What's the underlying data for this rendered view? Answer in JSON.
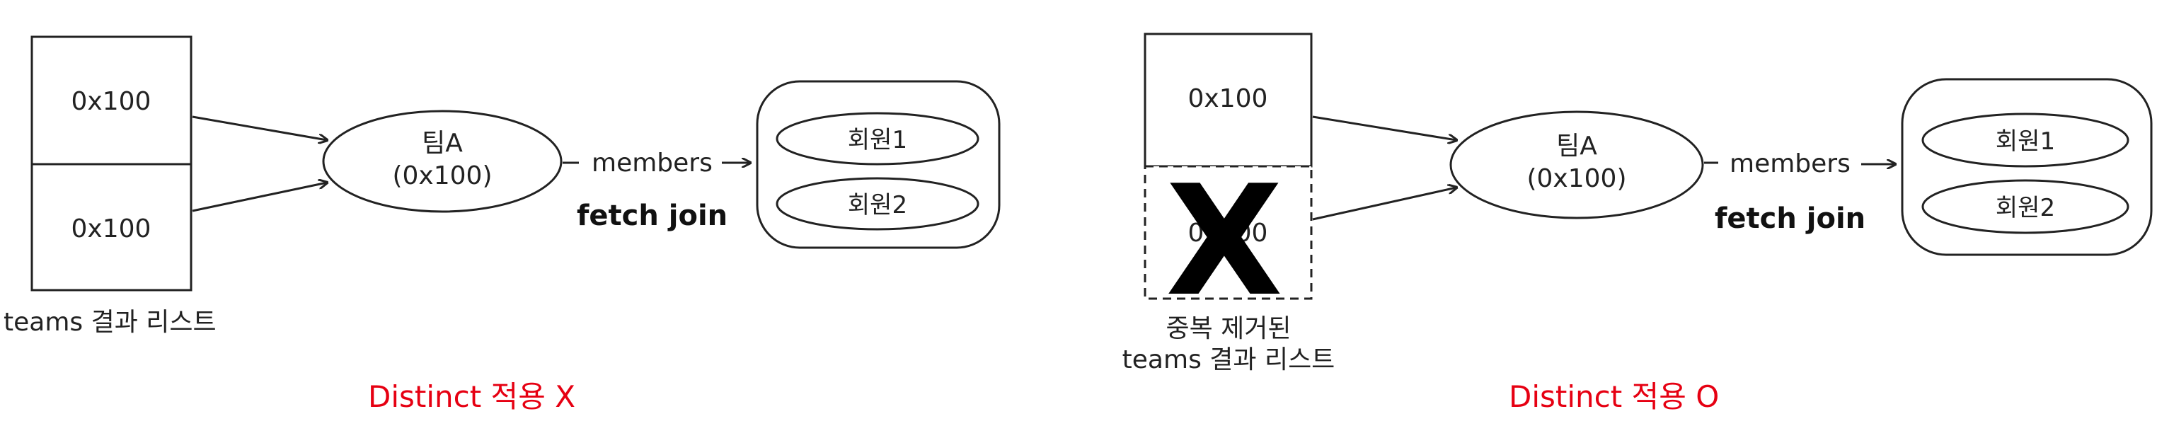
{
  "left": {
    "box_top": "0x100",
    "box_bottom": "0x100",
    "list_label": "teams 결과 리스트",
    "team_name": "팀A",
    "team_addr": "(0x100)",
    "members_label": "members",
    "fetch_join": "fetch join",
    "member1": "회원1",
    "member2": "회원2",
    "caption": "Distinct 적용 X"
  },
  "right": {
    "box_top": "0x100",
    "box_bottom": "0x100",
    "removed_mark": "X",
    "list_label_line1": "중복 제거된",
    "list_label_line2": "teams 결과 리스트",
    "team_name": "팀A",
    "team_addr": "(0x100)",
    "members_label": "members",
    "fetch_join": "fetch join",
    "member1": "회원1",
    "member2": "회원2",
    "caption": "Distinct 적용 O"
  },
  "colors": {
    "caption": "#e60012",
    "stroke": "#222222"
  }
}
